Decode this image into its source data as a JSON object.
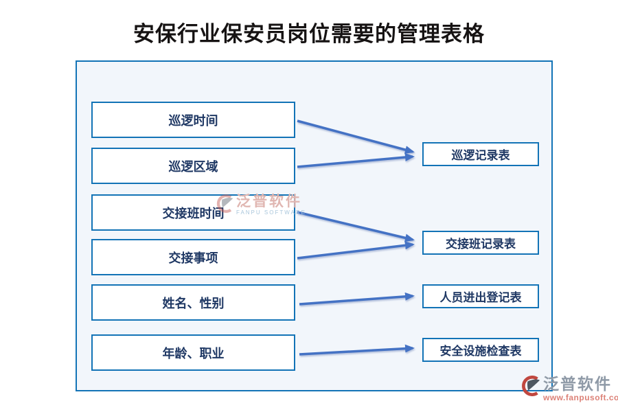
{
  "page": {
    "title": "安保行业保安员岗位需要的管理表格"
  },
  "diagram": {
    "left_boxes": [
      {
        "label": "巡逻时间"
      },
      {
        "label": "巡逻区域"
      },
      {
        "label": "交接班时间"
      },
      {
        "label": "交接事项"
      },
      {
        "label": "姓名、性别"
      },
      {
        "label": "年龄、职业"
      }
    ],
    "right_boxes": [
      {
        "label": "巡逻记录表"
      },
      {
        "label": "交接班记录表"
      },
      {
        "label": "人员进出登记表"
      },
      {
        "label": "安全设施检查表"
      }
    ],
    "connections": [
      {
        "from": "巡逻时间",
        "to": "巡逻记录表"
      },
      {
        "from": "巡逻区域",
        "to": "巡逻记录表"
      },
      {
        "from": "交接班时间",
        "to": "交接班记录表"
      },
      {
        "from": "交接事项",
        "to": "交接班记录表"
      },
      {
        "from": "姓名、性别",
        "to": "人员进出登记表"
      },
      {
        "from": "年龄、职业",
        "to": "安全设施检查表"
      }
    ]
  },
  "watermark": {
    "brand": "泛普软件",
    "subtitle": "FANPU SOFTWARE"
  },
  "footer_logo": {
    "brand": "泛普软件",
    "url": "www.fanpusoft.com"
  },
  "colors": {
    "box_border": "#1273b6",
    "container_bg": "#f2f6fb",
    "box_text": "#1f3864",
    "arrow": "#4472c4",
    "title": "#161313",
    "logo_gray": "#8f9aa7",
    "logo_salmon": "#dc8177"
  }
}
